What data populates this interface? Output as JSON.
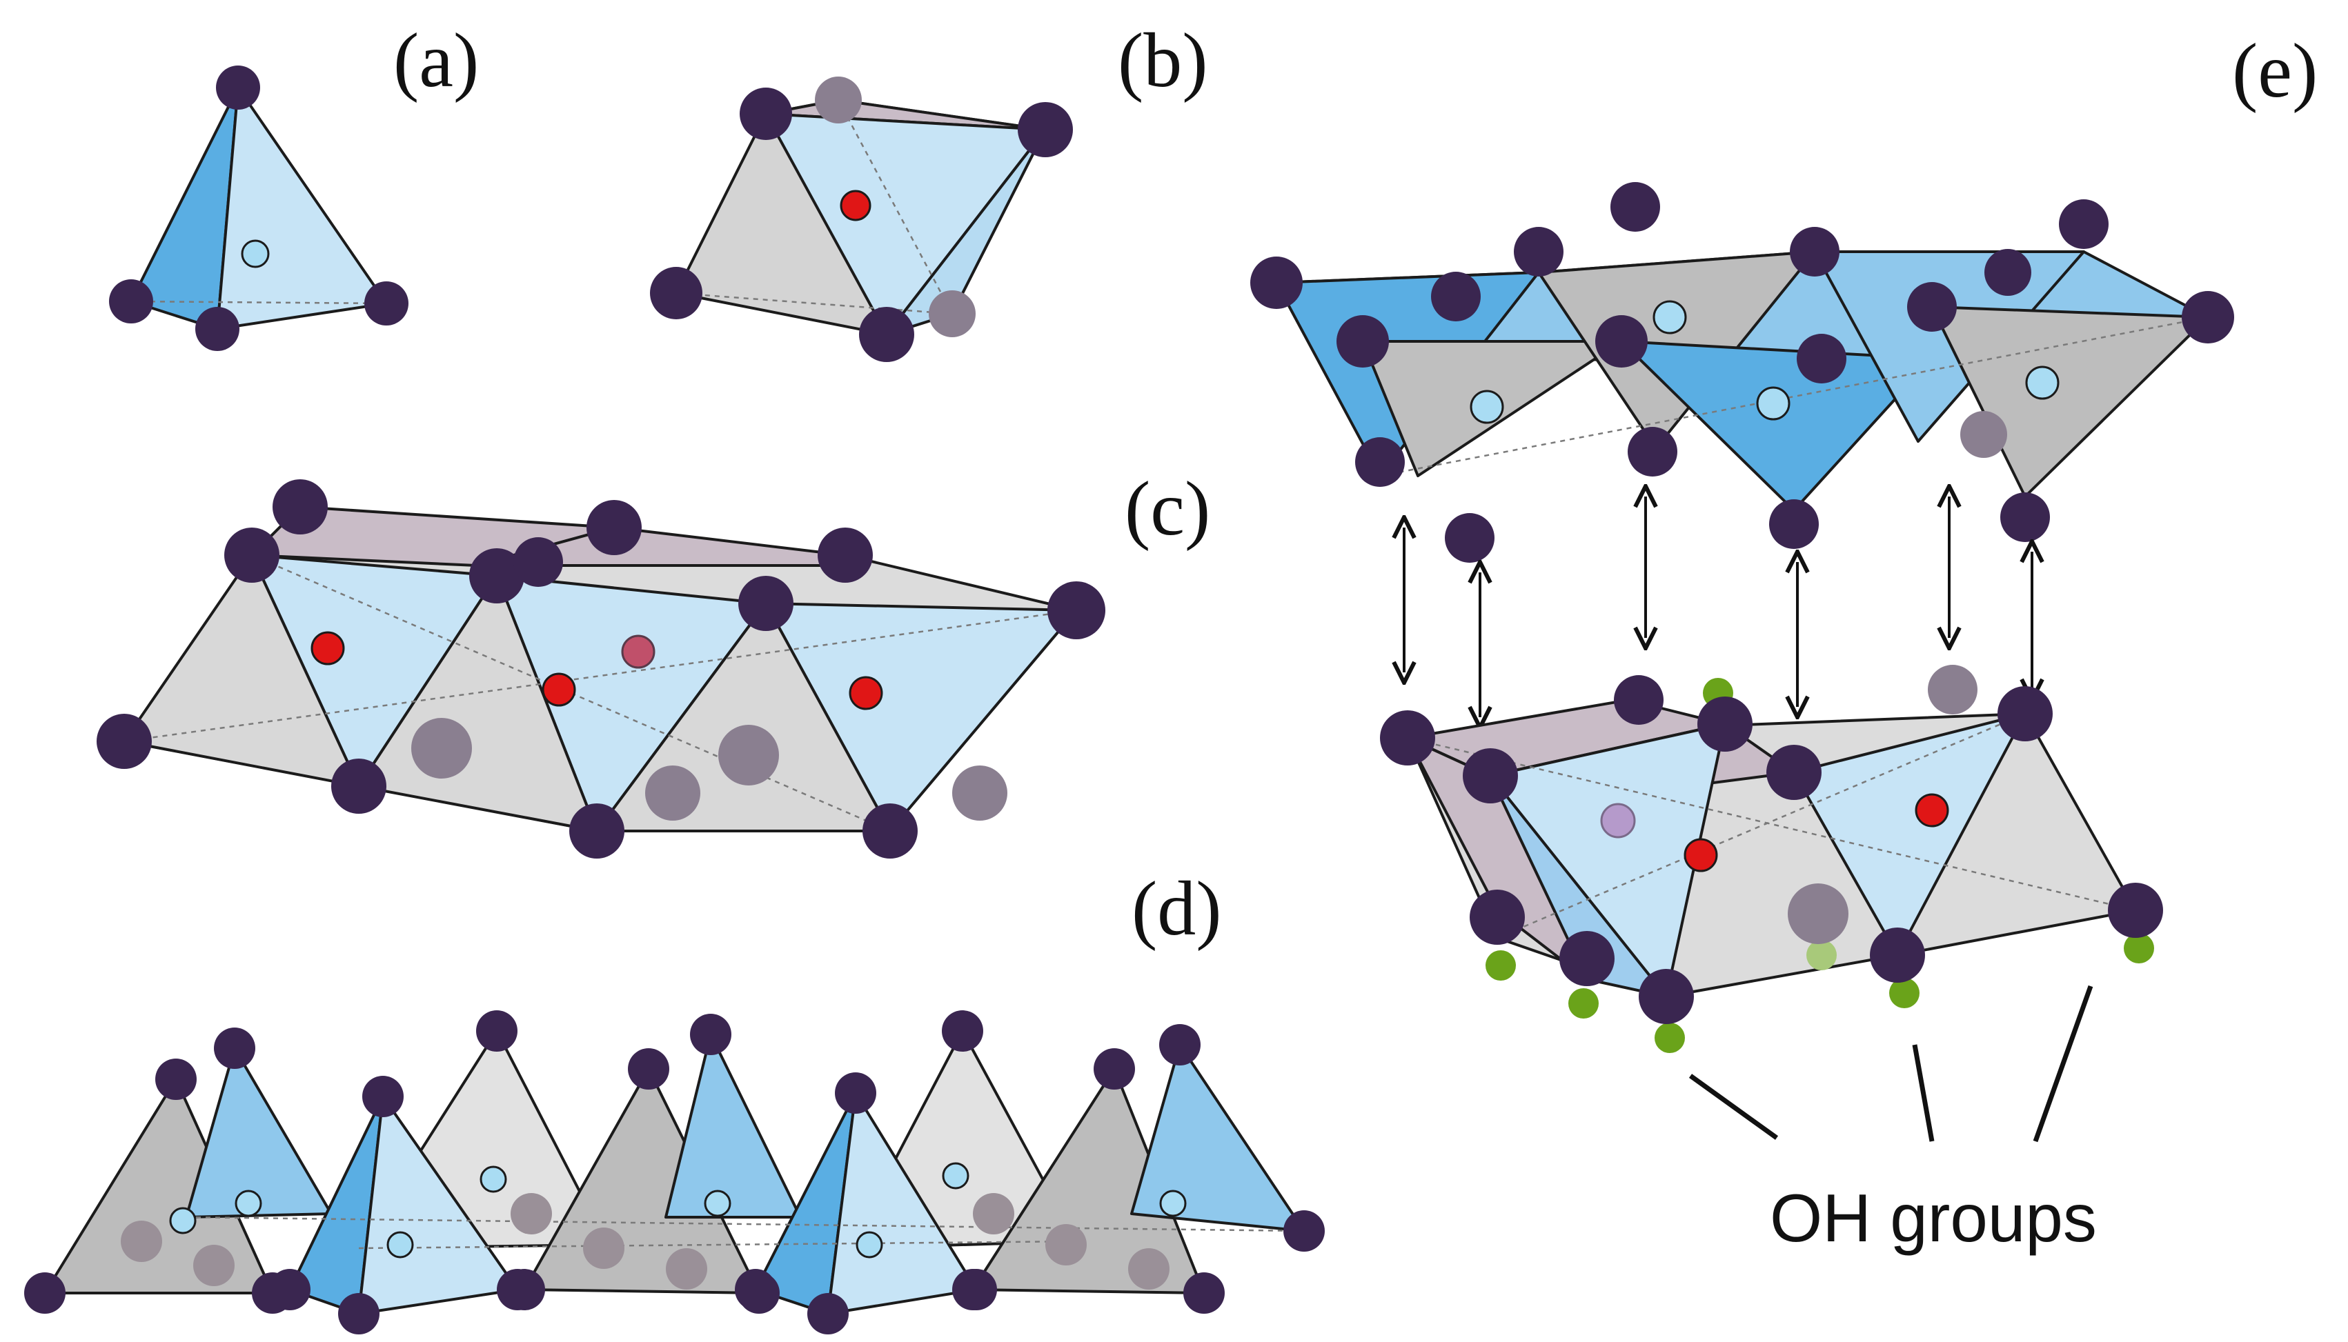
{
  "labels": {
    "a": "(a)",
    "b": "(b)",
    "c": "(c)",
    "d": "(d)",
    "e": "(e)"
  },
  "caption": "OH groups",
  "colors": {
    "oxygen": "#3a2650",
    "oxygen_faded": "#8a7f90",
    "tetra_cation": "#a9dcf3",
    "octa_cation": "#e01616",
    "octa_cation_faded": "#c0506a",
    "hydrogen": "#6aa31a",
    "face_blue_light": "#c7e4f6",
    "face_blue_mid": "#8fc8ec",
    "face_blue_dark": "#5aaee3",
    "face_grey": "#c6c6c6",
    "face_grey_light": "#e2e2e2",
    "face_mauve": "#c9bcc7",
    "edge": "#1b1b1b"
  }
}
